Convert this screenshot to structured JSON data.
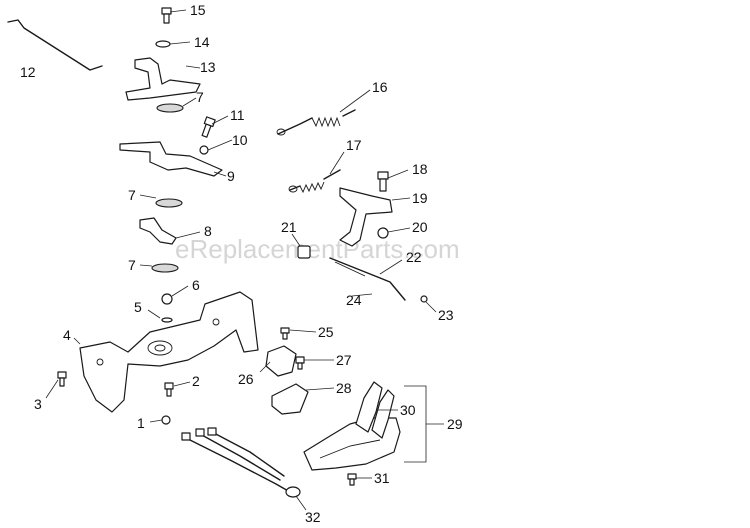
{
  "watermark": "eReplacementParts.com",
  "callouts": [
    "15",
    "14",
    "12",
    "13",
    "7",
    "16",
    "11",
    "10",
    "9",
    "17",
    "18",
    "7",
    "19",
    "20",
    "8",
    "21",
    "22",
    "7",
    "6",
    "24",
    "23",
    "5",
    "25",
    "4",
    "27",
    "2",
    "26",
    "28",
    "3",
    "30",
    "29",
    "1",
    "31",
    "32"
  ]
}
